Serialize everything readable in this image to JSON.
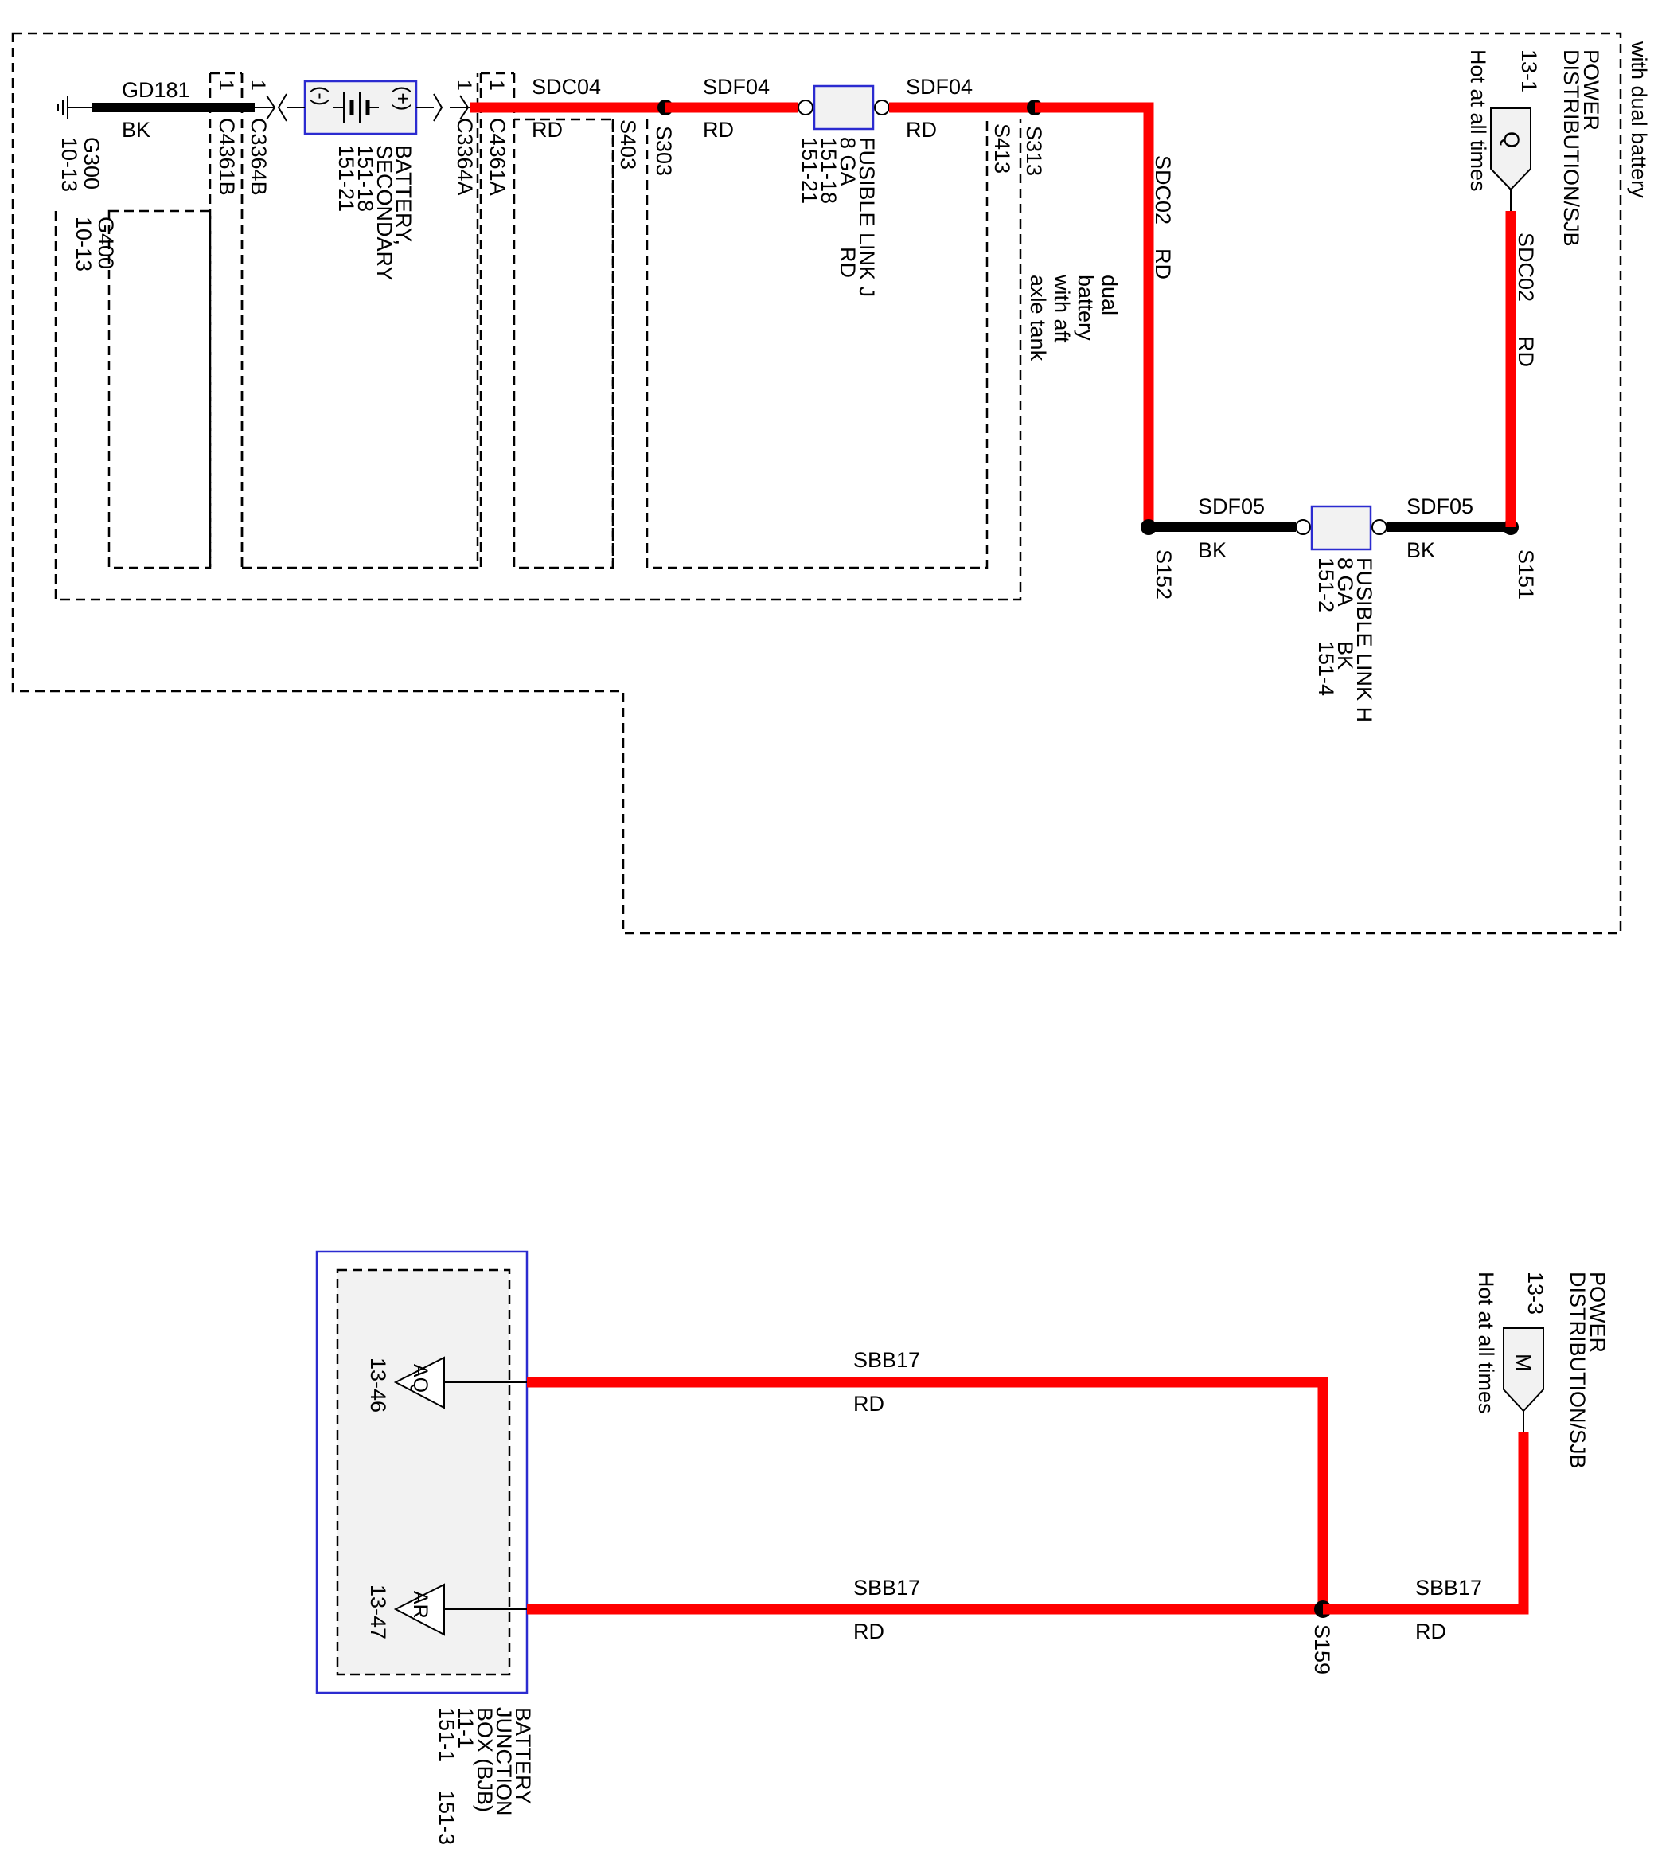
{
  "top": {
    "frame_label": "with dual battery",
    "pdb": {
      "line1": "POWER",
      "line2": "DISTRIBUTION/SJB",
      "pin": "Q",
      "ref": "13-1",
      "note": "Hot at all times"
    },
    "gd181": {
      "circuit": "GD181",
      "color": "BK"
    },
    "ground_g300": {
      "name": "G300",
      "ref": "10-13"
    },
    "ground_g400": {
      "name": "G400",
      "ref": "10-13"
    },
    "c4361b": {
      "name": "C4361B",
      "pin": "1"
    },
    "c3364b": {
      "name": "C3364B",
      "pin": "1"
    },
    "battery": {
      "line1": "BATTERY,",
      "line2": "SECONDARY",
      "ref1": "151-18",
      "ref2": "151-21",
      "neg": "(-)",
      "pos": "(+)"
    },
    "c3364a": {
      "name": "C3364A",
      "pin": "1"
    },
    "c4361a": {
      "name": "C4361A",
      "pin": "1"
    },
    "sdc04": {
      "circuit": "SDC04",
      "color": "RD"
    },
    "s403": "S403",
    "s303": "S303",
    "sdf04_a": {
      "circuit": "SDF04",
      "color": "RD"
    },
    "fusible_j": {
      "line1": "FUSIBLE LINK J",
      "gauge": "8 GA",
      "color": "RD",
      "ref1": "151-18",
      "ref2": "151-21"
    },
    "sdf04_b": {
      "circuit": "SDF04",
      "color": "RD"
    },
    "s413": "S413",
    "s313": "S313",
    "note_dual": [
      "dual",
      "battery",
      "with aft",
      "axle tank"
    ],
    "sdc02_a": {
      "circuit": "SDC02",
      "color": "RD"
    },
    "sdc02_b": {
      "circuit": "SDC02",
      "color": "RD"
    },
    "s152": "S152",
    "sdf05_a": {
      "circuit": "SDF05",
      "color": "BK"
    },
    "fusible_h": {
      "line1": "FUSIBLE LINK H",
      "gauge": "8 GA",
      "color": "BK",
      "ref1": "151-2",
      "ref2": "151-4"
    },
    "sdf05_b": {
      "circuit": "SDF05",
      "color": "BK"
    },
    "s151": "S151"
  },
  "bottom": {
    "pdb": {
      "line1": "POWER",
      "line2": "DISTRIBUTION/SJB",
      "pin": "M",
      "ref": "13-3",
      "note": "Hot at all times"
    },
    "bjb": {
      "line1": "BATTERY",
      "line2": "JUNCTION",
      "line3": "BOX (BJB)",
      "ref_a": "11-1",
      "ref_b": "151-1",
      "ref_c": "151-3"
    },
    "pin_aq": {
      "pin": "AQ",
      "ref": "13-46"
    },
    "pin_ar": {
      "pin": "AR",
      "ref": "13-47"
    },
    "sbb17_top": {
      "circuit": "SBB17",
      "color": "RD"
    },
    "sbb17_mid": {
      "circuit": "SBB17",
      "color": "RD"
    },
    "sbb17_right": {
      "circuit": "SBB17",
      "color": "RD"
    },
    "s159": "S159"
  },
  "colors": {
    "wire_red": "#ff0000",
    "wire_black": "#000000",
    "component_border": "#2b2bd0",
    "component_fill": "#f2f2f2"
  }
}
